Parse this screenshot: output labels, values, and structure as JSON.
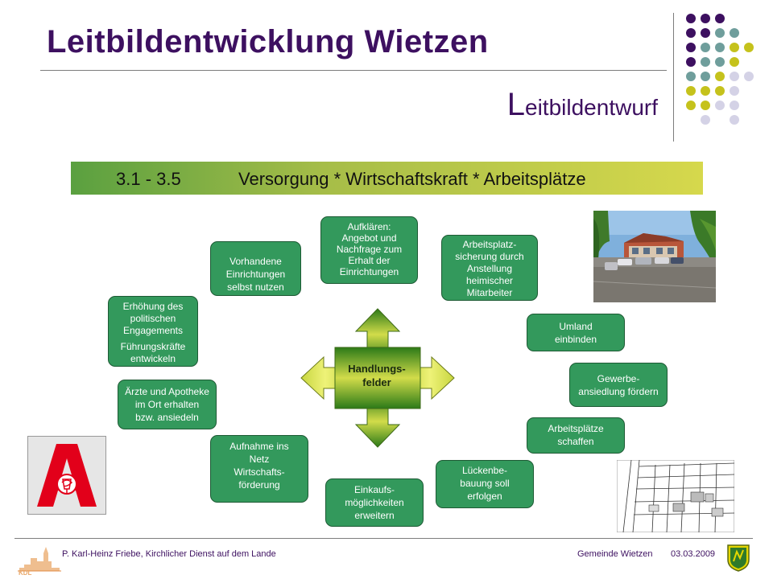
{
  "header": {
    "title": "Leitbildentwicklung Wietzen",
    "subtitle_initial": "L",
    "subtitle_rest": "eitbildentwurf"
  },
  "banner": {
    "code": "3.1 - 3.5",
    "text": "Versorgung * Wirtschaftskraft * Arbeitsplätze"
  },
  "center": {
    "line1": "Handlungs-",
    "line2": "felder"
  },
  "boxes": {
    "aufklaeren": [
      "Aufklären:",
      "Angebot und",
      "Nachfrage zum",
      "Erhalt der",
      "Einrichtungen"
    ],
    "vorhandene": [
      "Vorhandene",
      "Einrichtungen",
      "selbst nutzen"
    ],
    "arbeitsplatz": [
      "Arbeitsplatz-",
      "sicherung durch",
      "Anstellung",
      "heimischer",
      "Mitarbeiter"
    ],
    "engagement": [
      "Erhöhung des",
      "politischen",
      "Engagements",
      "Führungskräfte",
      "entwickeln"
    ],
    "umland": [
      "Umland",
      "einbinden"
    ],
    "gewerbe": [
      "Gewerbe-",
      "ansiedlung fördern"
    ],
    "aerzte": [
      "Ärzte und Apotheke",
      "im Ort erhalten",
      "bzw. ansiedeln"
    ],
    "arbeitsplaetze": [
      "Arbeitsplätze",
      "schaffen"
    ],
    "aufnahme": [
      "Aufnahme ins",
      "Netz",
      "Wirtschafts-",
      "förderung"
    ],
    "lueckenbe": [
      "Lückenbe-",
      "bauung soll",
      "erfolgen"
    ],
    "einkaufs": [
      "Einkaufs-",
      "möglichkeiten",
      "erweitern"
    ]
  },
  "footer": {
    "left": "P. Karl-Heinz Friebe, Kirchlicher Dienst auf dem Lande",
    "right": "Gemeinde Wietzen",
    "date": "03.03.2009",
    "logo_text": "KDL"
  },
  "colors": {
    "purple": "#3d1060",
    "box_green": "#33995c",
    "teal": "#6f9e9c",
    "olive": "#c5c21c",
    "lavender": "#d4d2e6"
  }
}
